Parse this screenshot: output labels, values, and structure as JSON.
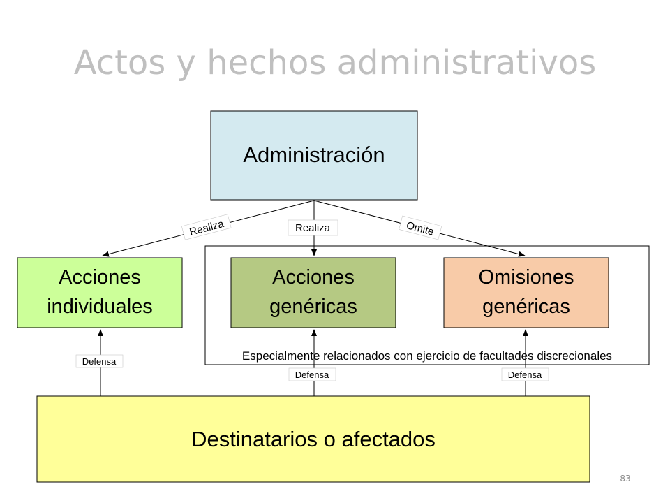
{
  "slide": {
    "title": "Actos y hechos administrativos",
    "page_number": "83"
  },
  "diagram": {
    "nodes": {
      "administracion": {
        "label": "Administración",
        "fill": "#d4eaf0"
      },
      "acciones_individuales": {
        "line1": "Acciones",
        "line2": "individuales",
        "fill": "#ccff99"
      },
      "acciones_genericas": {
        "line1": "Acciones",
        "line2": "genéricas",
        "fill": "#b5c983"
      },
      "omisiones_genericas": {
        "line1": "Omisiones",
        "line2": "genéricas",
        "fill": "#f8cba8"
      },
      "destinatarios": {
        "label": "Destinatarios o afectados",
        "fill": "#ffff99"
      }
    },
    "group_label": "Especialmente relacionados con ejercicio de facultades discrecionales",
    "edges": {
      "realiza_individual": "Realiza",
      "realiza_generica": "Realiza",
      "omite": "Omite",
      "defensa_individual": "Defensa",
      "defensa_generica": "Defensa",
      "defensa_omision": "Defensa"
    }
  }
}
